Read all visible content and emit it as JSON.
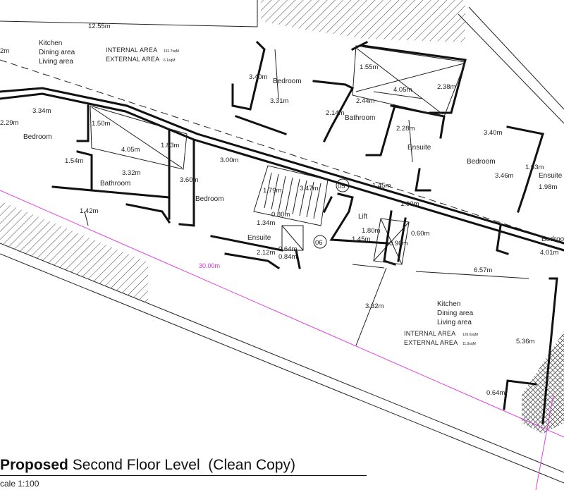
{
  "title": {
    "bold": "Proposed",
    "rest": " Second Floor Level  (Clean Copy)",
    "scale": "cale 1:100"
  },
  "units": {
    "upper": {
      "room_lines": [
        "Kitchen",
        "Dining area",
        "Living area"
      ],
      "internal_area_label": "INTERNAL AREA",
      "internal_area_value": "131.7sqM",
      "external_area_label": "EXTERNAL AREA",
      "external_area_value": "6.1sqM"
    },
    "lower": {
      "room_lines": [
        "Kitchen",
        "Dining area",
        "Living area"
      ],
      "internal_area_label": "INTERNAL AREA",
      "internal_area_value": "126.6sqM",
      "external_area_label": "EXTERNAL AREA",
      "external_area_value": "11.9sqM"
    }
  },
  "rooms": {
    "bedroom": "Bedroom",
    "bathroom": "Bathroom",
    "ensuite": "Ensuite",
    "lift": "Lift"
  },
  "dimensions": {
    "d1255": "12.55m",
    "d2": "2m",
    "d340a": "3.40m",
    "d331": "3.31m",
    "d155": "1.55m",
    "d405a": "4.05m",
    "d238": "2.38m",
    "d244": "2.44m",
    "d214": "2.14m",
    "d228": "2.28m",
    "d340b": "3.40m",
    "d334": "3.34m",
    "d229": "2.29m",
    "d150": "1.50m",
    "d405b": "4.05m",
    "d183": "1.83m",
    "d154": "1.54m",
    "d332a": "3.32m",
    "d300": "3.00m",
    "d360": "3.60m",
    "d179": "1.79m",
    "d347": "3.47m",
    "d145a": "1.45m",
    "d346": "3.46m",
    "d163": "1.63m",
    "d198": "1.98m",
    "d142": "1.42m",
    "d080": "0.80m",
    "d134": "1.34m",
    "d100": "1.00m",
    "d180": "1.80m",
    "d145b": "1.45m",
    "d060": "0.60m",
    "d090": "0.90m",
    "d401": "4.01m",
    "d212": "2.12m",
    "d064a": "0.64m",
    "d084": "0.84m",
    "d657": "6.57m",
    "d3000": "30.00m",
    "d332b": "3.32m",
    "d536": "5.36m",
    "d064b": "0.64m"
  },
  "markers": {
    "m05": "05",
    "m06": "06"
  }
}
